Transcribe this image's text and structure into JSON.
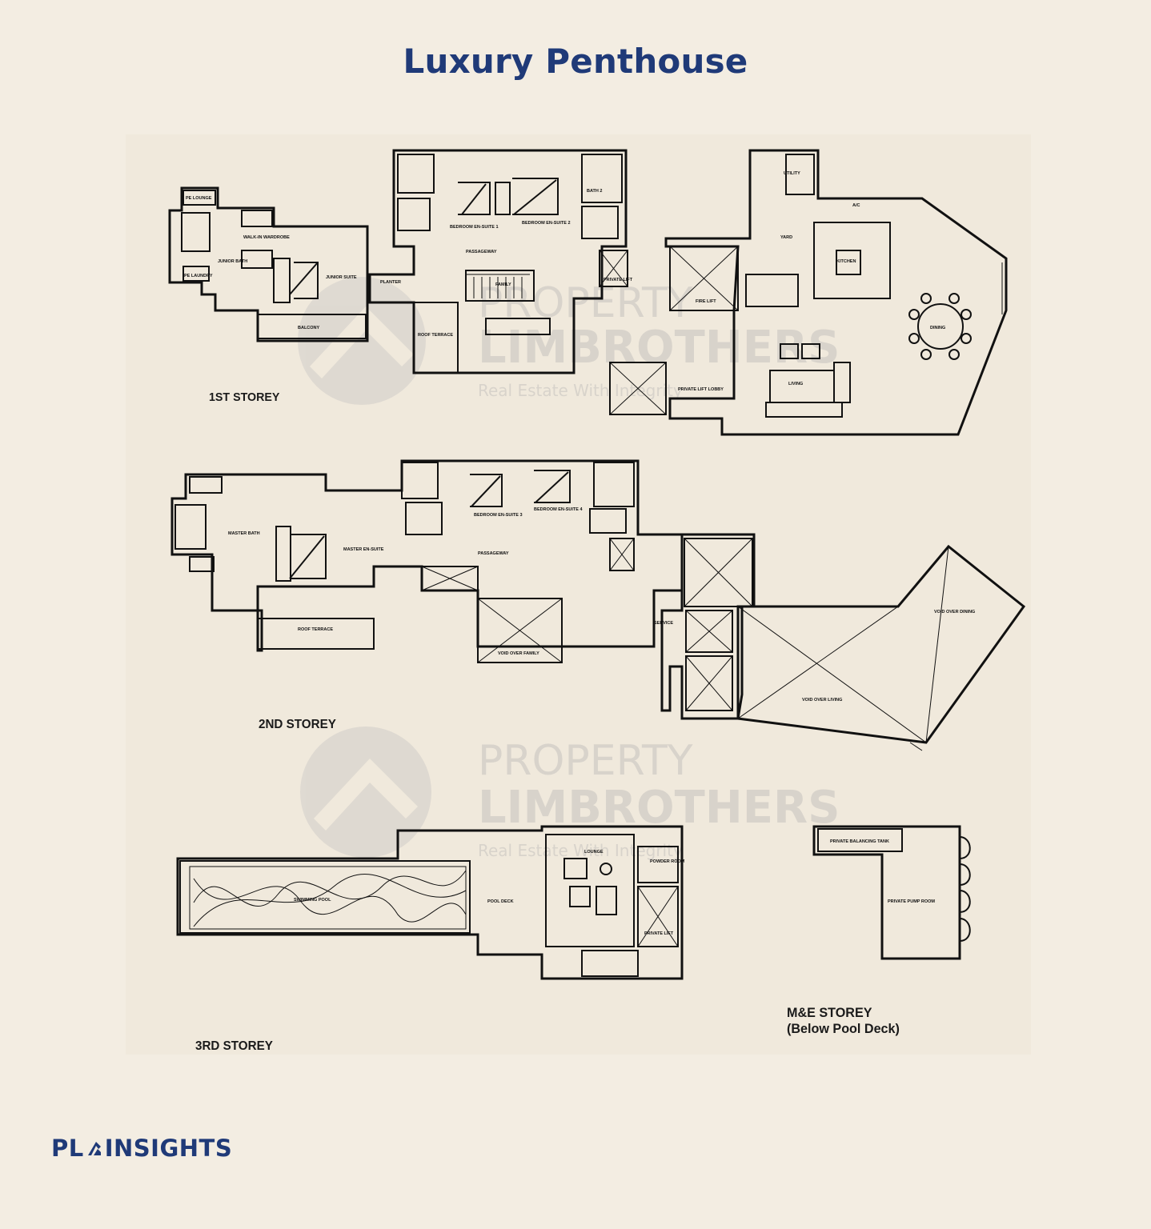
{
  "title": "Luxury Penthouse",
  "floors": {
    "first": "1ST STOREY",
    "second": "2ND STOREY",
    "third": "3RD STOREY",
    "me": "M&E STOREY",
    "me_sub": "(Below Pool Deck)"
  },
  "rooms": {
    "pe_lounge": "PE LOUNGE",
    "pe_laundry": "PE LAUNDRY",
    "junior_bath": "JUNIOR BATH",
    "walk_in_wardrobe": "WALK-IN WARDROBE",
    "junior_suite": "JUNIOR SUITE",
    "balcony": "BALCONY",
    "planter": "PLANTER",
    "roof_terrace": "ROOF TERRACE",
    "bedroom_1": "BEDROOM EN-SUITE 1",
    "bedroom_2": "BEDROOM EN-SUITE 2",
    "bath_2": "BATH 2",
    "passageway": "PASSAGEWAY",
    "private_lift": "PRIVATE LIFT",
    "family": "FAMILY",
    "utility": "UTILITY",
    "yard": "YARD",
    "ac": "A/C",
    "kitchen": "KITCHEN",
    "fire_lift": "FIRE LIFT",
    "dining": "DINING",
    "living": "LIVING",
    "private_lift_lobby": "PRIVATE LIFT LOBBY",
    "master_bath": "MASTER BATH",
    "master_en_suite": "MASTER EN-SUITE",
    "bedroom_en_suite_3": "BEDROOM EN-SUITE 3",
    "bedroom_en_suite_4": "BEDROOM EN-SUITE 4",
    "void_family": "VOID OVER FAMILY",
    "void_dining": "VOID OVER DINING",
    "void_living": "VOID OVER LIVING",
    "service": "SERVICE",
    "swimming_pool": "SWIMMING POOL",
    "pool_deck": "POOL DECK",
    "lounge": "LOUNGE",
    "powder_room": "POWDER ROOM",
    "balancing_tank": "PRIVATE BALANCING TANK",
    "pump_room": "PRIVATE PUMP ROOM"
  },
  "watermark": {
    "line1": "PROPERTY",
    "line2": "LIMBROTHERS",
    "line3": "Real Estate With Integrity"
  },
  "brand": {
    "left": "PL",
    "right": "INSIGHTS"
  },
  "colors": {
    "background": "#f3ede2",
    "title": "#1f3a78",
    "linework": "#111111"
  }
}
